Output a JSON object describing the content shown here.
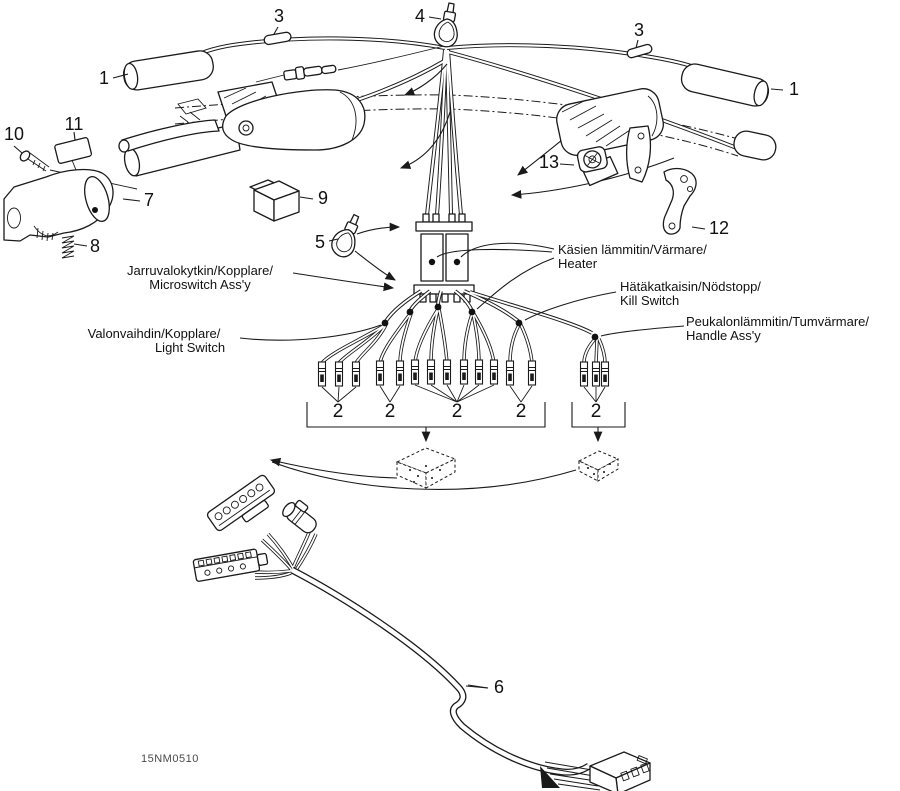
{
  "diagram": {
    "part_code": "15NM0510",
    "callouts": {
      "n1": "1",
      "n2": "2",
      "n3": "3",
      "n4": "4",
      "n5": "5",
      "n6": "6",
      "n7": "7",
      "n8": "8",
      "n9": "9",
      "n10": "10",
      "n11": "11",
      "n12": "12",
      "n13": "13"
    },
    "labels": {
      "microswitch_l1": "Jarruvalokytkin/Kopplare/",
      "microswitch_l2": "Microswitch Ass'y",
      "light_switch_l1": "Valonvaihdin/Kopplare/",
      "light_switch_l2": "Light Switch",
      "heater_l1": "Käsien lämmitin/Värmare/",
      "heater_l2": "Heater",
      "kill_switch_l1": "Hätäkatkaisin/Nödstopp/",
      "kill_switch_l2": "Kill Switch",
      "handle_l1": "Peukalonlämmitin/Tumvärmare/",
      "handle_l2": "Handle Ass'y"
    },
    "colors": {
      "line": "#1a1a1a",
      "background": "#ffffff"
    }
  }
}
